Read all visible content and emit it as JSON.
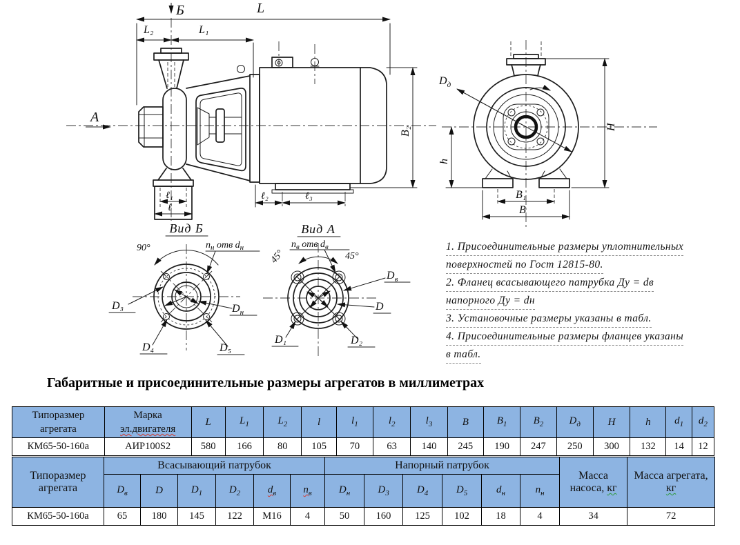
{
  "section_title": "Габаритные и присоединительные размеры агрегатов в миллиметрах",
  "drawing": {
    "side": {
      "marker_a": "А",
      "marker_b": "Б",
      "L": "L",
      "L1": "L₁",
      "L2": "L₂",
      "l": "ℓ",
      "l1": "ℓ₁",
      "l2": "ℓ₂",
      "l3": "ℓ₃",
      "B2": "B₂"
    },
    "end": {
      "Dd_t": "D",
      "Dd_s": "д",
      "H": "H",
      "h": "h",
      "B1": "B₁",
      "B": "B"
    },
    "view_b": {
      "title": "Вид Б",
      "angle": "90°",
      "n": "n",
      "n_s": "н",
      "otv": " отв ",
      "d": "d",
      "d_s": "н",
      "D3": "D₃",
      "Dn_t": "D",
      "Dn_s": "н",
      "D4": "D₄",
      "D5": "D₅"
    },
    "view_a": {
      "title": "Вид А",
      "angle_l": "45°",
      "angle_r": "45°",
      "n": "n",
      "n_s": "в",
      "otv": " отв ",
      "d": "d",
      "d_s": "в",
      "Dv_t": "D",
      "Dv_s": "в",
      "D": "D",
      "D1": "D₁",
      "D2": "D₂"
    }
  },
  "notes": {
    "lines": [
      "1. Присоединительные размеры уплотнительных",
      "поверхностей  по Гост 12815-80.",
      "2. Фланец всасывающего патрубка Ду = dв",
      "напорного Ду = dн",
      "3. Установочные размеры указаны в табл.",
      "4. Присоединительные размеры фланцев указаны",
      "в табл."
    ]
  },
  "table1": {
    "headers": [
      {
        "t": "Типоразмер агрегата"
      },
      {
        "t1": "Марка",
        "t2": "эл.двигателя"
      },
      {
        "t": "L"
      },
      {
        "t": "L",
        "s": "1"
      },
      {
        "t": "L",
        "s": "2"
      },
      {
        "t": "l"
      },
      {
        "t": "l",
        "s": "1"
      },
      {
        "t": "l",
        "s": "2"
      },
      {
        "t": "l",
        "s": "3"
      },
      {
        "t": "B"
      },
      {
        "t": "B",
        "s": "1"
      },
      {
        "t": "B",
        "s": "2"
      },
      {
        "t": "D",
        "s": "д"
      },
      {
        "t": "H"
      },
      {
        "t": "h"
      },
      {
        "t": "d",
        "s": "1"
      },
      {
        "t": "d",
        "s": "2"
      }
    ],
    "row": [
      "КМ65-50-160а",
      "АИР100S2",
      "580",
      "166",
      "80",
      "105",
      "70",
      "63",
      "140",
      "245",
      "190",
      "247",
      "250",
      "300",
      "132",
      "14",
      "12"
    ]
  },
  "table2": {
    "type_col": "Типоразмер агрегата",
    "suction": "Всасывающий патрубок",
    "discharge": "Напорный патрубок",
    "mass_pump": {
      "text": "Масса насоса,",
      "kg": "кг"
    },
    "mass_unit": {
      "text": "Масса агрегата,",
      "kg": "кг"
    },
    "sub": [
      {
        "t": "D",
        "s": "в"
      },
      {
        "t": "D"
      },
      {
        "t": "D",
        "s": "1"
      },
      {
        "t": "D",
        "s": "2"
      },
      {
        "t": "d",
        "s": "в"
      },
      {
        "t": "n",
        "s": "в"
      },
      {
        "t": "D",
        "s": "н"
      },
      {
        "t": "D",
        "s": "3"
      },
      {
        "t": "D",
        "s": "4"
      },
      {
        "t": "D",
        "s": "5"
      },
      {
        "t": "d",
        "s": "н"
      },
      {
        "t": "n",
        "s": "н"
      }
    ],
    "row": [
      "КМ65-50-160а",
      "65",
      "180",
      "145",
      "122",
      "М16",
      "4",
      "50",
      "160",
      "125",
      "102",
      "18",
      "4",
      "34",
      "72"
    ]
  }
}
